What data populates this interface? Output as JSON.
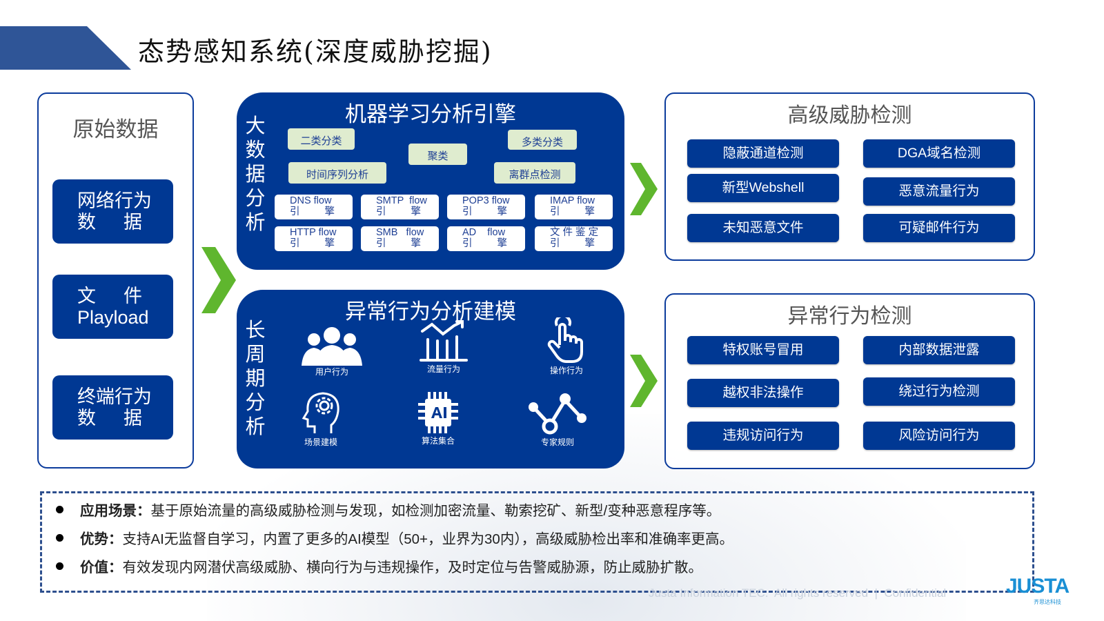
{
  "title": "态势感知系统(深度威胁挖掘)",
  "colors": {
    "primary": "#003893",
    "banner": "#2f5597",
    "accent_green": "#5fb62e",
    "chip_green": "#dfeccf"
  },
  "raw_data": {
    "title": "原始数据",
    "items": [
      {
        "line1": "网络行为",
        "line2a": "数",
        "line2b": "据"
      },
      {
        "line1a": "文",
        "line1b": "件",
        "line2": "Playload"
      },
      {
        "line1": "终端行为",
        "line2a": "数",
        "line2b": "据"
      }
    ]
  },
  "ml_engine": {
    "title": "机器学习分析引擎",
    "side_label": [
      "大",
      "数",
      "据",
      "分",
      "析"
    ],
    "methods": [
      "二类分类",
      "聚类",
      "多类分类",
      "时间序列分析",
      "离群点检测"
    ],
    "engines": [
      {
        "name": "DNS flow",
        "a": "引",
        "b": "擎"
      },
      {
        "name": "SMTP  flow",
        "a": "引",
        "b": "擎"
      },
      {
        "name": "POP3 flow",
        "a": "引",
        "b": "擎"
      },
      {
        "name": "IMAP flow",
        "a": "引",
        "b": "擎"
      },
      {
        "name": "HTTP flow",
        "a": "引",
        "b": "擎"
      },
      {
        "name": "SMB   flow",
        "a": "引",
        "b": "擎"
      },
      {
        "name": "AD    flow",
        "a": "引",
        "b": "擎"
      },
      {
        "name": "文 件 鉴 定",
        "a": "引",
        "b": "擎"
      }
    ]
  },
  "anomaly_model": {
    "title": "异常行为分析建模",
    "side_label": [
      "长",
      "周",
      "期",
      "分",
      "析"
    ],
    "items": [
      {
        "label": "用户行为",
        "icon": "users-icon"
      },
      {
        "label": "流量行为",
        "icon": "chart-trend-icon"
      },
      {
        "label": "操作行为",
        "icon": "hand-pointer-icon"
      },
      {
        "label": "场景建模",
        "icon": "head-gear-icon"
      },
      {
        "label": "算法集合",
        "icon": "ai-chip-icon"
      },
      {
        "label": "专家规则",
        "icon": "node-graph-icon"
      }
    ]
  },
  "advanced_threat": {
    "title": "高级威胁检测",
    "items": [
      "隐蔽通道检测",
      "DGA域名检测",
      "新型Webshell",
      "恶意流量行为",
      "未知恶意文件",
      "可疑邮件行为"
    ]
  },
  "anomaly_detect": {
    "title": "异常行为检测",
    "items": [
      "特权账号冒用",
      "内部数据泄露",
      "越权非法操作",
      "绕过行为检测",
      "违规访问行为",
      "风险访问行为"
    ]
  },
  "notes": [
    {
      "label": "应用场景：",
      "text": "基于原始流量的高级威胁检测与发现，如检测加密流量、勒索挖矿、新型/变种恶意程序等。"
    },
    {
      "label": "优势：",
      "text": "支持AI无监督自学习，内置了更多的AI模型（50+，业界为30内），高级威胁检出率和准确率更高。"
    },
    {
      "label": "价值：",
      "text": "有效发现内网潜伏高级威胁、横向行为与违规操作，及时定位与告警威胁源，防止威胁扩散。"
    }
  ],
  "footer": "Justa Information TEC.  All rights reserved  |  Confidential",
  "logo": {
    "text": "JUSTA",
    "sub": "齐思达科技"
  }
}
